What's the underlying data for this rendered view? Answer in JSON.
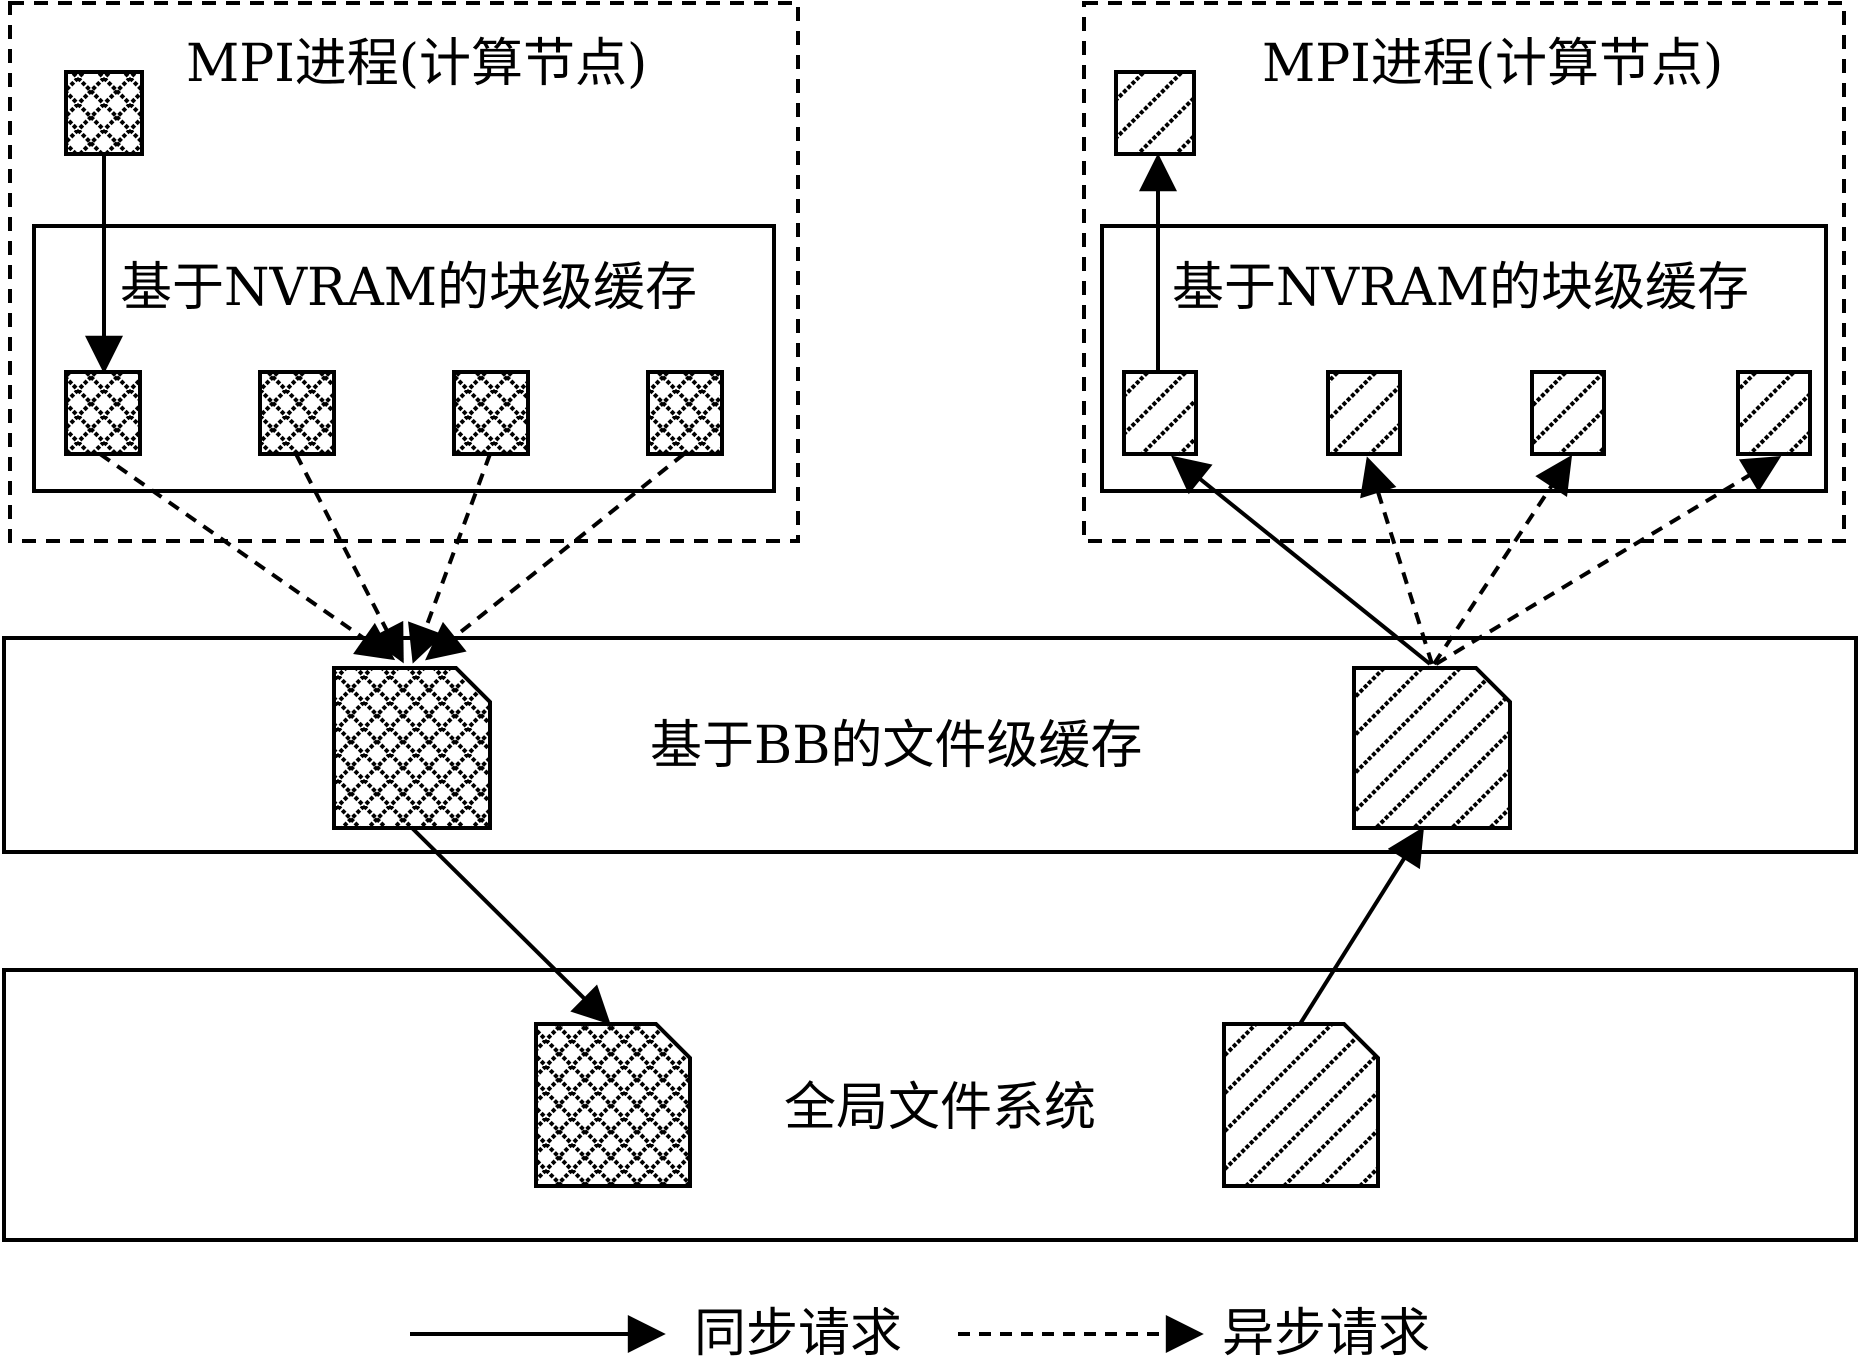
{
  "nodes": {
    "left": {
      "title": "MPI进程(计算节点)",
      "cache_label": "基于NVRAM的块级缓存",
      "pattern": "cross"
    },
    "right": {
      "title": "MPI进程(计算节点)",
      "cache_label": "基于NVRAM的块级缓存",
      "pattern": "diagonal"
    }
  },
  "bb_layer": {
    "label": "基于BB的文件级缓存"
  },
  "fs_layer": {
    "label": "全局文件系统"
  },
  "legend": {
    "sync_label": "同步请求",
    "async_label": "异步请求"
  },
  "colors": {
    "stroke": "#000000",
    "background": "#ffffff"
  }
}
